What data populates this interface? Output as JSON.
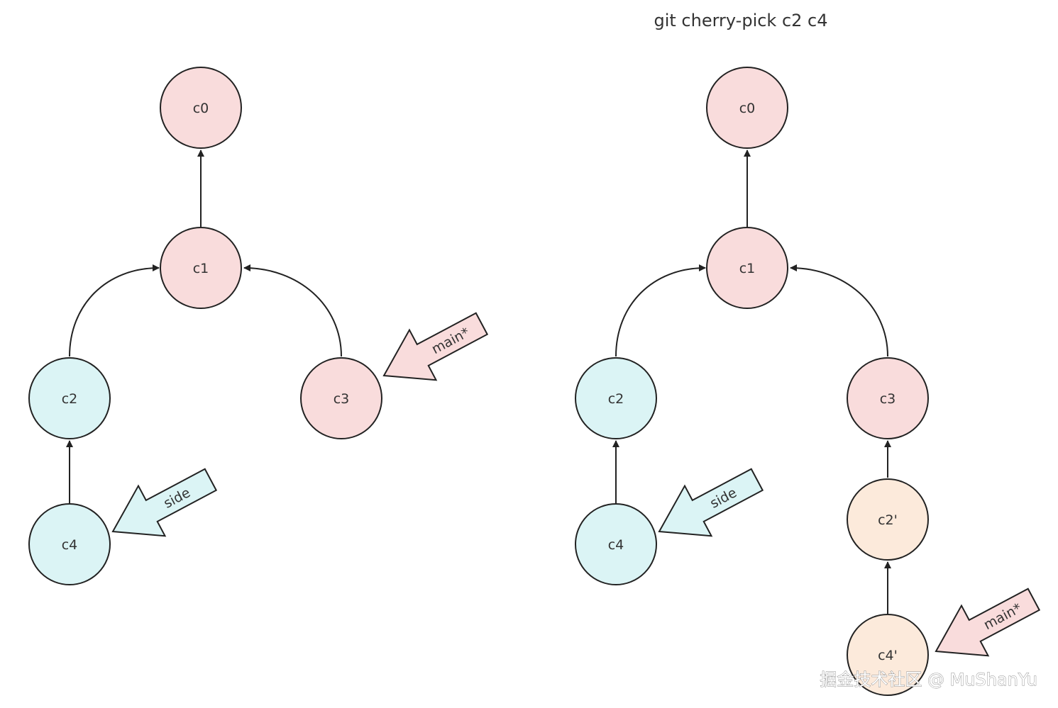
{
  "title": "git cherry-pick c2 c4",
  "watermark": "掘金技术社区 @ MuShanYu",
  "colors": {
    "pink": "#f9dcdc",
    "cyan": "#dbf4f5",
    "peach": "#fceadb",
    "stroke": "#222222",
    "text": "#333333"
  },
  "before": {
    "nodes": {
      "c0": "c0",
      "c1": "c1",
      "c2": "c2",
      "c3": "c3",
      "c4": "c4"
    },
    "flags": {
      "main": "main*",
      "side": "side"
    }
  },
  "after": {
    "nodes": {
      "c0": "c0",
      "c1": "c1",
      "c2": "c2",
      "c3": "c3",
      "c4": "c4",
      "c2p": "c2'",
      "c4p": "c4'"
    },
    "flags": {
      "main": "main*",
      "side": "side"
    }
  }
}
